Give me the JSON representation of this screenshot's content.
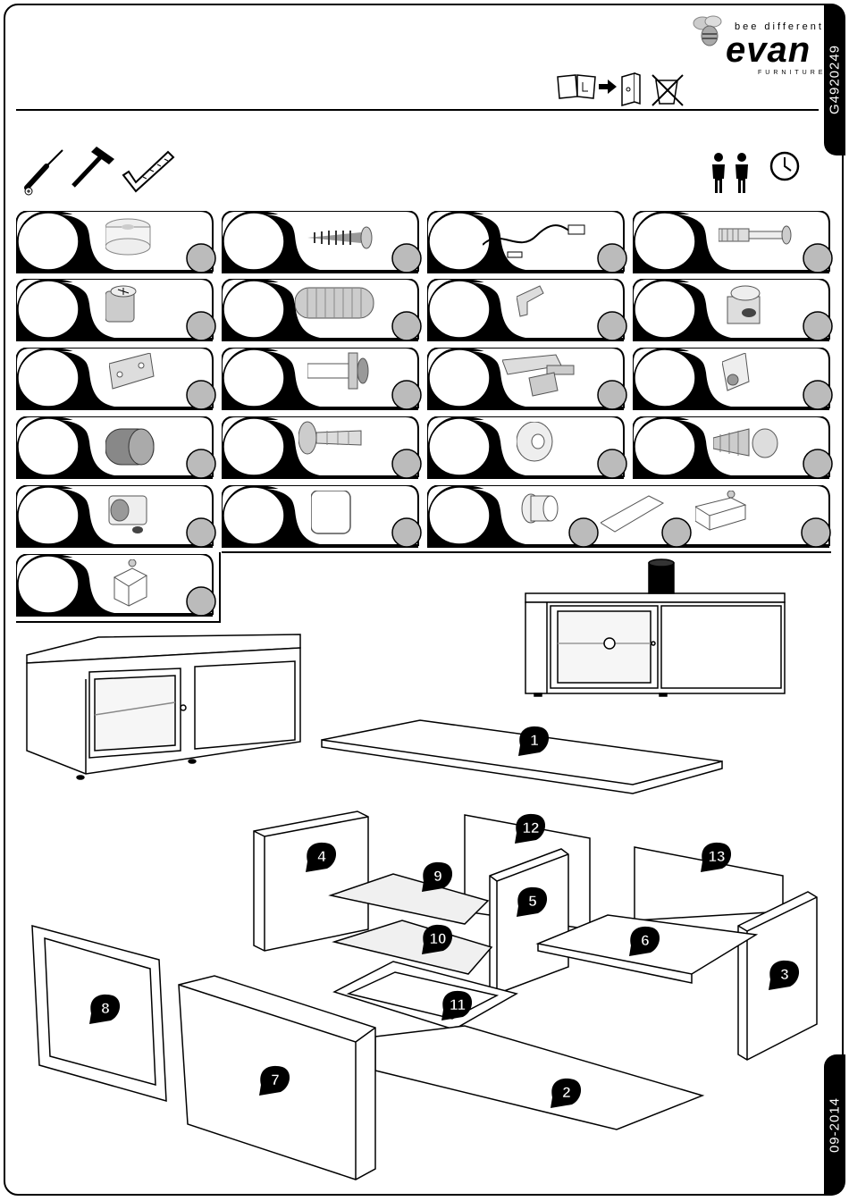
{
  "document": {
    "product_code": "G4920249",
    "date": "09-2014",
    "brand": {
      "tagline": "bee different",
      "name": "evan",
      "subline": "FURNITURE"
    },
    "top_icons": [
      "read-manual-icon",
      "arrow-icon",
      "binder-icon",
      "no-waste-bin-icon"
    ],
    "tools": [
      "screwdriver-icon",
      "hammer-icon",
      "square-ruler-icon"
    ],
    "assembly_info_icons": [
      "two-people-icon",
      "clock-icon"
    ]
  },
  "hardware": [
    {
      "icon": "cam-base-icon"
    },
    {
      "icon": "wood-screw-icon"
    },
    {
      "icon": "light-cable-icon"
    },
    {
      "icon": "cam-bolt-icon"
    },
    {
      "icon": "cam-lock-icon"
    },
    {
      "icon": "wooden-dowel-icon"
    },
    {
      "icon": "shelf-support-icon"
    },
    {
      "icon": "connector-cam-icon"
    },
    {
      "icon": "hinge-plate-icon"
    },
    {
      "icon": "door-latch-icon"
    },
    {
      "icon": "hinge-icon"
    },
    {
      "icon": "glass-clip-icon"
    },
    {
      "icon": "plastic-foot-icon"
    },
    {
      "icon": "short-screw-icon"
    },
    {
      "icon": "washer-ring-icon"
    },
    {
      "icon": "expansion-bolt-icon"
    },
    {
      "icon": "cam-housing-icon"
    },
    {
      "icon": "felt-pad-icon"
    },
    {
      "icon": "sleeve-icon"
    },
    {
      "icon": "glass-pad-icon"
    },
    {
      "icon": "handle-bracket-icon"
    },
    {
      "icon": "glass-bracket-icon"
    }
  ],
  "panels": [
    {
      "number": "1"
    },
    {
      "number": "2"
    },
    {
      "number": "3"
    },
    {
      "number": "4"
    },
    {
      "number": "5"
    },
    {
      "number": "6"
    },
    {
      "number": "7"
    },
    {
      "number": "8"
    },
    {
      "number": "9"
    },
    {
      "number": "10"
    },
    {
      "number": "11"
    },
    {
      "number": "12"
    },
    {
      "number": "13"
    }
  ]
}
